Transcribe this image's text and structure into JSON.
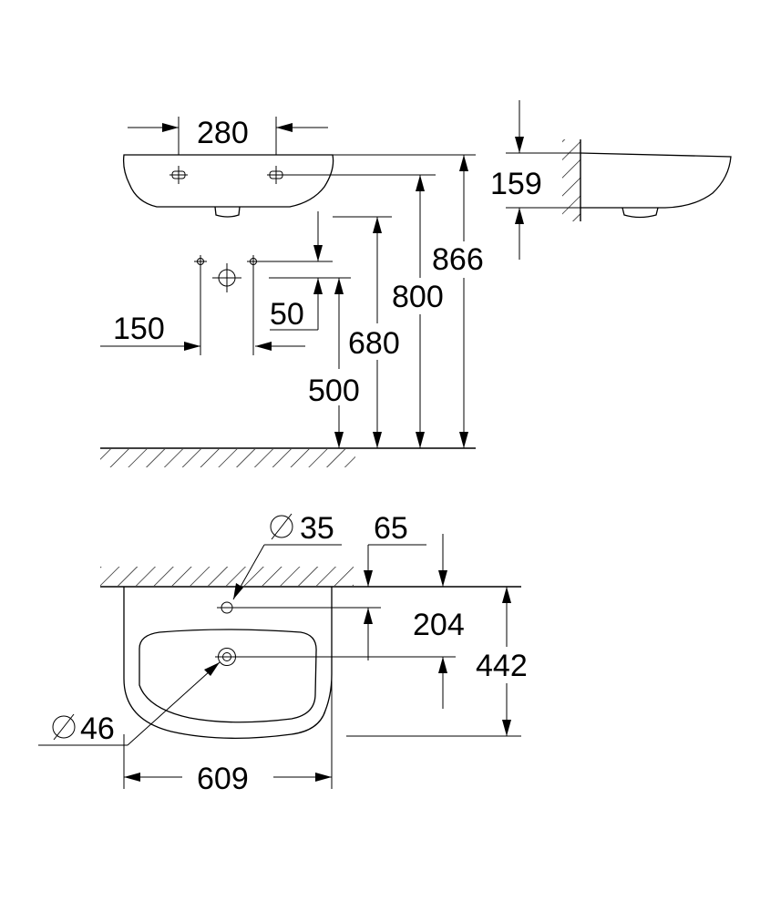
{
  "dimensions": {
    "d280": "280",
    "d159": "159",
    "d866": "866",
    "d800": "800",
    "d680": "680",
    "d500": "500",
    "d150": "150",
    "d50": "50",
    "d35": "35",
    "d65": "65",
    "d204": "204",
    "d442": "442",
    "d46": "46",
    "d609": "609"
  }
}
